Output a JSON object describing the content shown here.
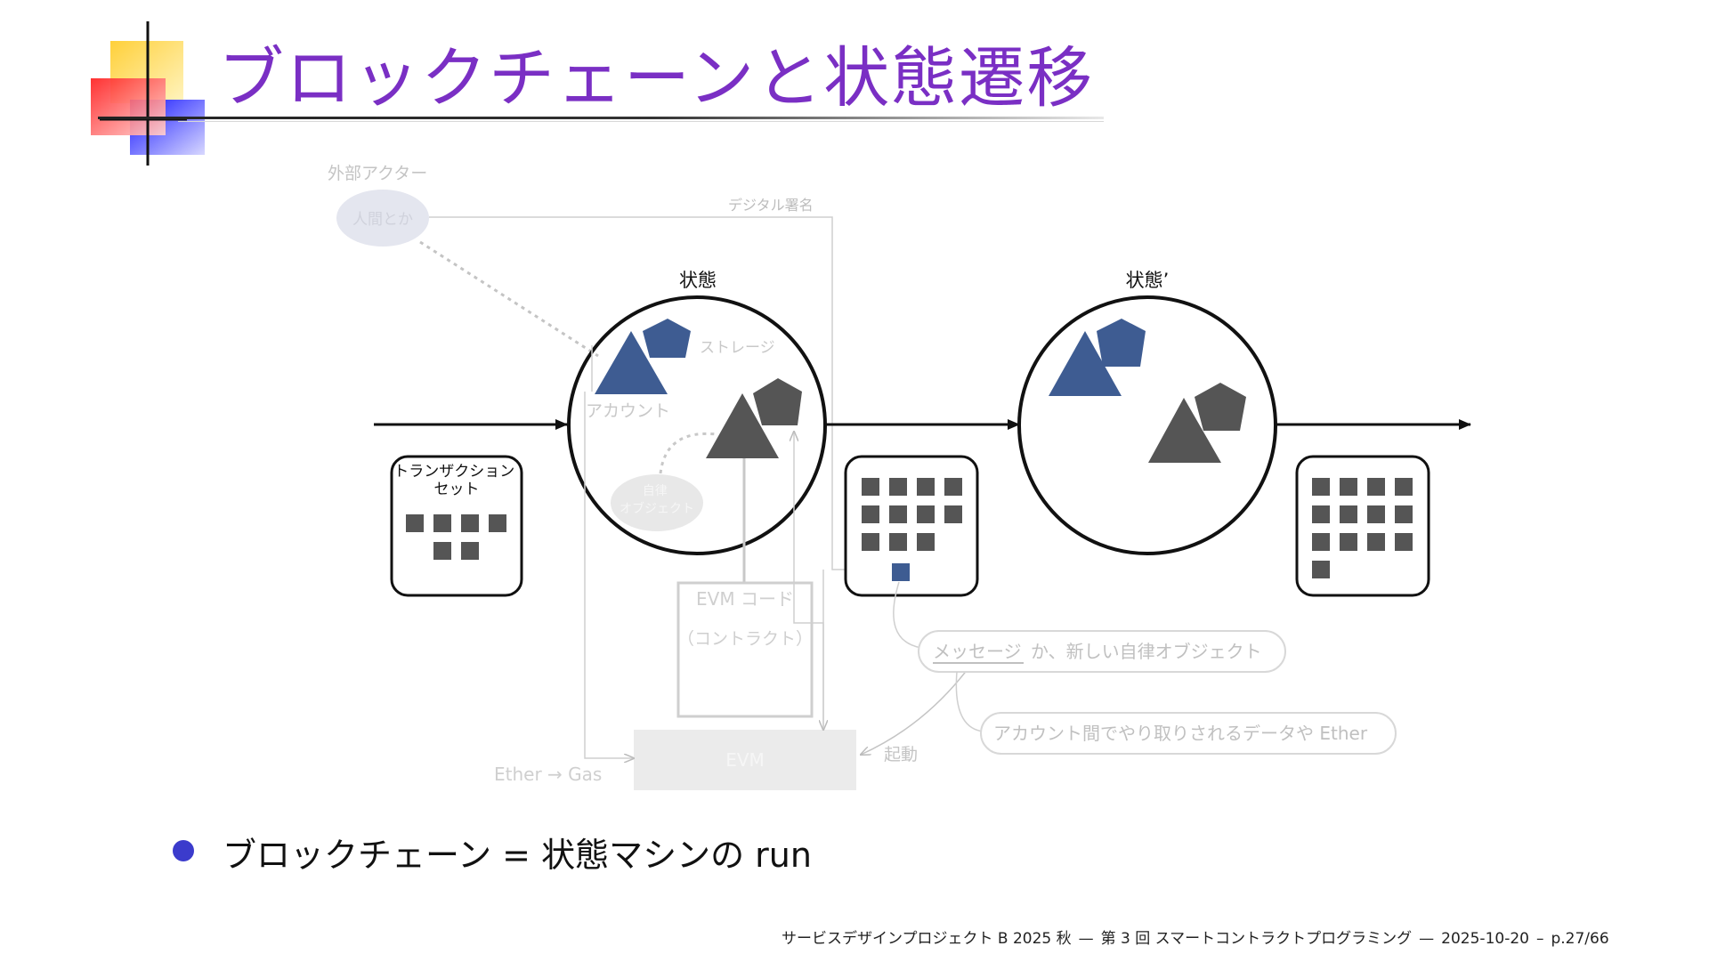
{
  "slide": {
    "title": "ブロックチェーンと状態遷移",
    "bullet": "ブロックチェーン = 状態マシンの run"
  },
  "diagram": {
    "external_actor_label": "外部アクター",
    "external_actor_node": "人間とか",
    "digital_signature": "デジタル署名",
    "state_label": "状態",
    "state_prime_label": "状態’",
    "storage_label": "ストレージ",
    "account_label": "アカウント",
    "autonomous_object": "自律\nオブジェクト",
    "tx_set_label": "トランザクション\nセット",
    "evm_code_label": "EVM コード",
    "contract_label": "（コントラクト）",
    "evm_label": "EVM",
    "ether_gas": "Ether → Gas",
    "launch_label": "起動",
    "message_callout_underlined": "メッセージ",
    "message_callout_rest": "か、新しい自律オブジェクト",
    "data_callout": "アカウント間でやり取りされるデータや Ether"
  },
  "footer": {
    "course": "サービスデザインプロジェクト B 2025 秋",
    "sep1": "—",
    "lecture": "第 3 回 スマートコントラクトプログラミング",
    "sep2": "—",
    "date": "2025-10-20",
    "sep3": "–",
    "page": "p.27/66"
  },
  "colors": {
    "title": "#7a2fc4",
    "blue_shape": "#3e5c92",
    "gray_shape": "#555555",
    "faded": "#c8c8c8",
    "bullet": "#3b3bcc"
  }
}
